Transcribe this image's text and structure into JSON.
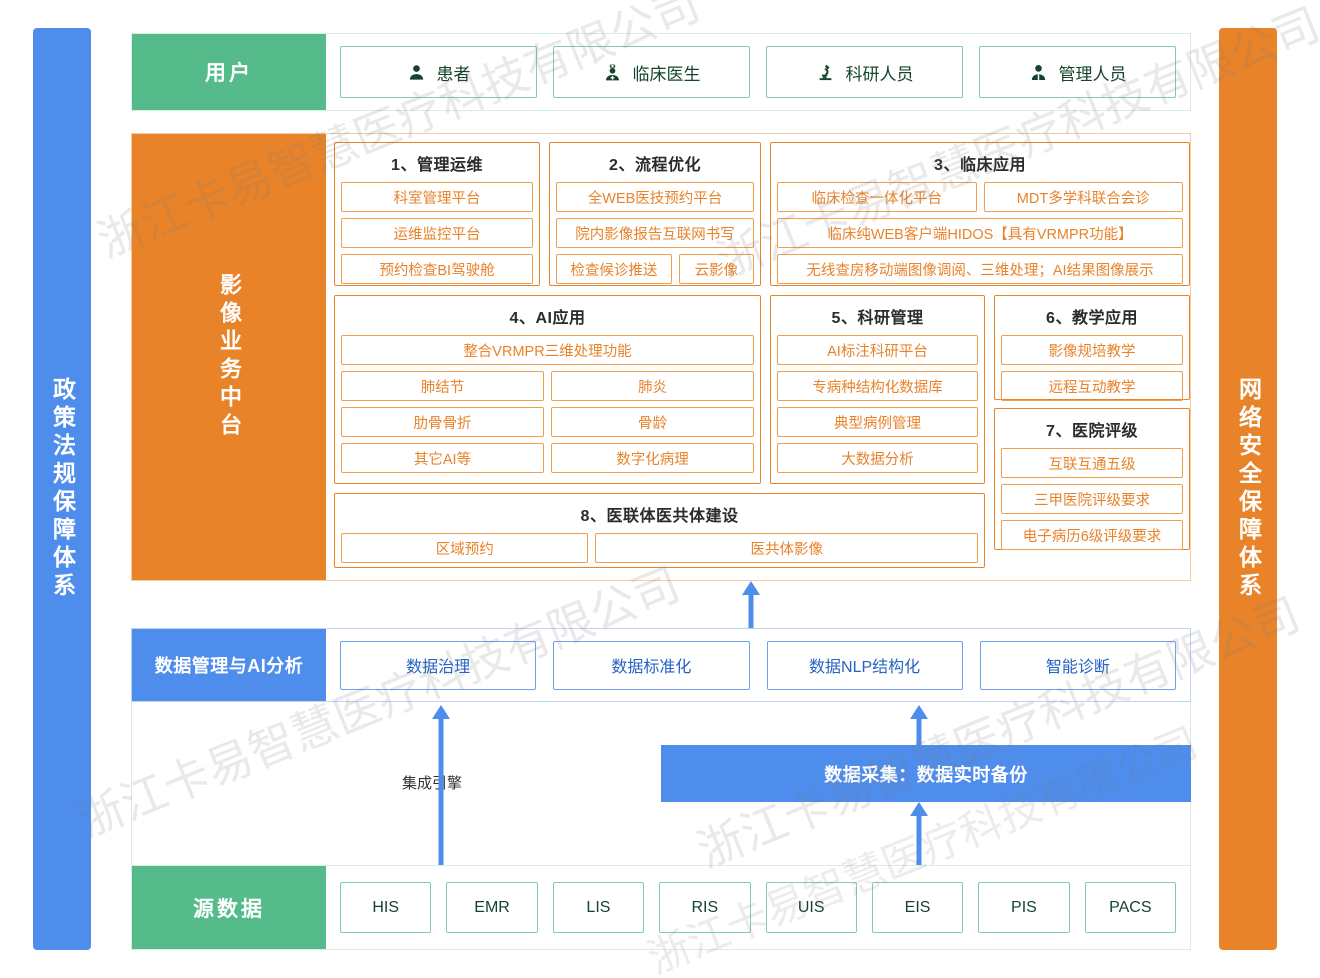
{
  "left_bar": {
    "label": "政策法规保障体系",
    "color": "#4f8ded"
  },
  "right_bar": {
    "label": "网络安全保障体系",
    "color": "#e8832a"
  },
  "users": {
    "label": "用户",
    "color": "#55bb8a",
    "items": [
      {
        "label": "患者",
        "icon": "person-icon"
      },
      {
        "label": "临床医生",
        "icon": "doctor-icon"
      },
      {
        "label": "科研人员",
        "icon": "microscope-icon"
      },
      {
        "label": "管理人员",
        "icon": "manager-icon"
      }
    ]
  },
  "middle_platform": {
    "label": "影像业务中台",
    "color": "#e8832a",
    "groups": [
      {
        "title": "1、管理运维",
        "rows": [
          [
            "科室管理平台"
          ],
          [
            "运维监控平台"
          ],
          [
            "预约检查BI驾驶舱"
          ]
        ]
      },
      {
        "title": "2、流程优化",
        "rows": [
          [
            "全WEB医技预约平台"
          ],
          [
            "院内影像报告互联网书写"
          ],
          [
            "检查候诊推送",
            "云影像"
          ]
        ]
      },
      {
        "title": "3、临床应用",
        "rows": [
          [
            "临床检查一体化平台",
            "MDT多学科联合会诊"
          ],
          [
            "临床纯WEB客户端HIDOS【具有VRMPR功能】"
          ],
          [
            "无线查房移动端图像调阅、三维处理；AI结果图像展示"
          ]
        ]
      },
      {
        "title": "4、AI应用",
        "rows": [
          [
            "整合VRMPR三维处理功能"
          ],
          [
            "肺结节",
            "肺炎"
          ],
          [
            "肋骨骨折",
            "骨龄"
          ],
          [
            "其它AI等",
            "数字化病理"
          ]
        ]
      },
      {
        "title": "5、科研管理",
        "rows": [
          [
            "AI标注科研平台"
          ],
          [
            "专病种结构化数据库"
          ],
          [
            "典型病例管理"
          ],
          [
            "大数据分析"
          ]
        ]
      },
      {
        "title": "6、教学应用",
        "rows": [
          [
            "影像规培教学"
          ],
          [
            "远程互动教学"
          ]
        ]
      },
      {
        "title": "7、医院评级",
        "rows": [
          [
            "互联互通五级"
          ],
          [
            "三甲医院评级要求"
          ],
          [
            "电子病历6级评级要求"
          ]
        ]
      },
      {
        "title": "8、医联体医共体建设",
        "rows": [
          [
            "区域预约",
            "医共体影像"
          ]
        ]
      }
    ]
  },
  "data_management": {
    "label": "数据管理与AI分析",
    "color": "#4f8ded",
    "items": [
      "数据治理",
      "数据标准化",
      "数据NLP结构化",
      "智能诊断"
    ]
  },
  "middle_gap": {
    "integration_engine": "集成引擎",
    "capture_bar": "数据采集：数据实时备份",
    "capture_color": "#4f8ded"
  },
  "source_data": {
    "label": "源数据",
    "color": "#55bb8a",
    "items": [
      "HIS",
      "EMR",
      "LIS",
      "RIS",
      "UIS",
      "EIS",
      "PIS",
      "PACS"
    ]
  },
  "watermark": "浙江卡易智慧医疗科技有限公司"
}
